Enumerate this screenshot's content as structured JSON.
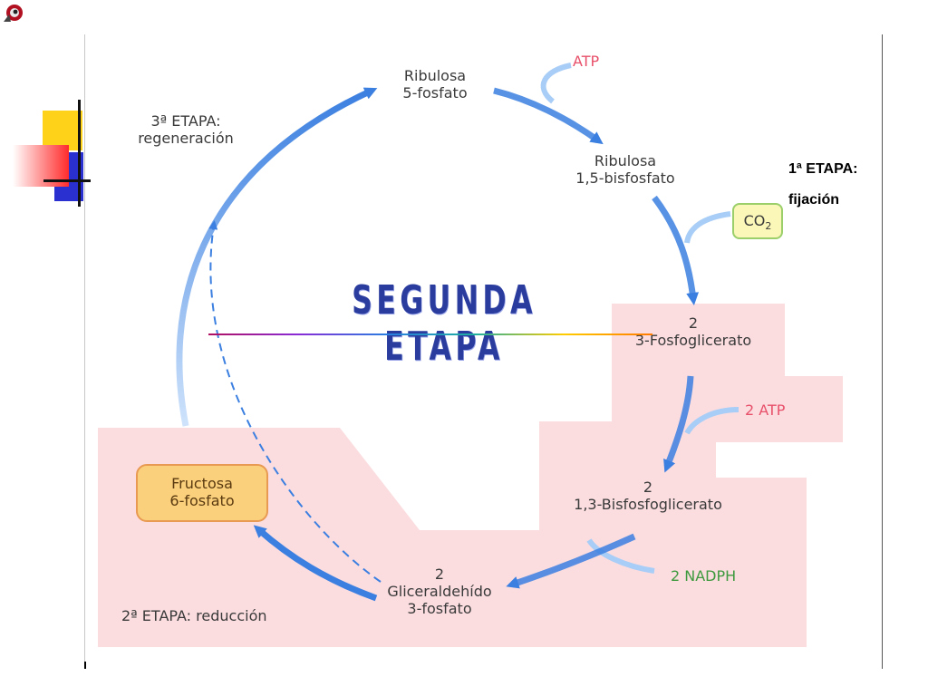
{
  "title": "SEGUNDA ETAPA",
  "stages": {
    "fijacion_line1": "1ª ETAPA:",
    "fijacion_line2": "fijación",
    "regeneracion_line1": "3ª ETAPA:",
    "regeneracion_line2": "regeneración",
    "reduccion": "2ª ETAPA: reducción"
  },
  "molecules": {
    "ribulosa5p": [
      "Ribulosa",
      "5-fosfato"
    ],
    "ribulosa15bp": [
      "Ribulosa",
      "1,5-bisfosfato"
    ],
    "fosfoglicerato": [
      "2",
      "3-Fosfoglicerato"
    ],
    "bisfosfoglicerato": [
      "2",
      "1,3-Bisfosfoglicerato"
    ],
    "gliceraldehido": [
      "2",
      "Gliceraldehído",
      "3-fosfato"
    ],
    "fructosa": [
      "Fructosa",
      "6-fosfato"
    ]
  },
  "inputs": {
    "atp": "ATP",
    "co2": "CO",
    "co2_sub": "2",
    "atp2": "2 ATP",
    "nadph2": "2 NADPH"
  },
  "colors": {
    "arrow_blue": "#3b7fe0",
    "reduction_region": "#fbdde0",
    "title_blue": "#2a3c9e",
    "pink_text": "#e8506a",
    "green_text": "#3f9a3f"
  }
}
